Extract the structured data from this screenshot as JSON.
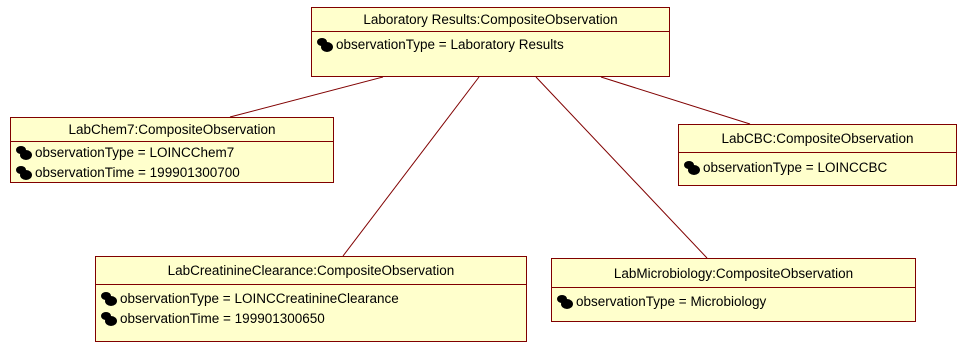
{
  "objects": {
    "root": {
      "title": "Laboratory Results:CompositeObservation",
      "attributes": [
        {
          "icon": "attribute-icon",
          "text": "observationType = Laboratory Results"
        }
      ]
    },
    "chem7": {
      "title": "LabChem7:CompositeObservation",
      "attributes": [
        {
          "icon": "attribute-icon",
          "text": "observationType = LOINCChem7"
        },
        {
          "icon": "attribute-icon",
          "text": "observationTime = 199901300700"
        }
      ]
    },
    "cbc": {
      "title": "LabCBC:CompositeObservation",
      "attributes": [
        {
          "icon": "attribute-icon",
          "text": "observationType = LOINCCBC"
        }
      ]
    },
    "creatinine": {
      "title": "LabCreatinineClearance:CompositeObservation",
      "attributes": [
        {
          "icon": "attribute-icon",
          "text": "observationType = LOINCCreatinineClearance"
        },
        {
          "icon": "attribute-icon",
          "text": "observationTime = 199901300650"
        }
      ]
    },
    "microbiology": {
      "title": "LabMicrobiology:CompositeObservation",
      "attributes": [
        {
          "icon": "attribute-icon",
          "text": "observationType = Microbiology"
        }
      ]
    }
  },
  "colors": {
    "box_fill": "#ffffcc",
    "box_border": "#800000",
    "connector": "#800000",
    "icon": "#000000"
  }
}
